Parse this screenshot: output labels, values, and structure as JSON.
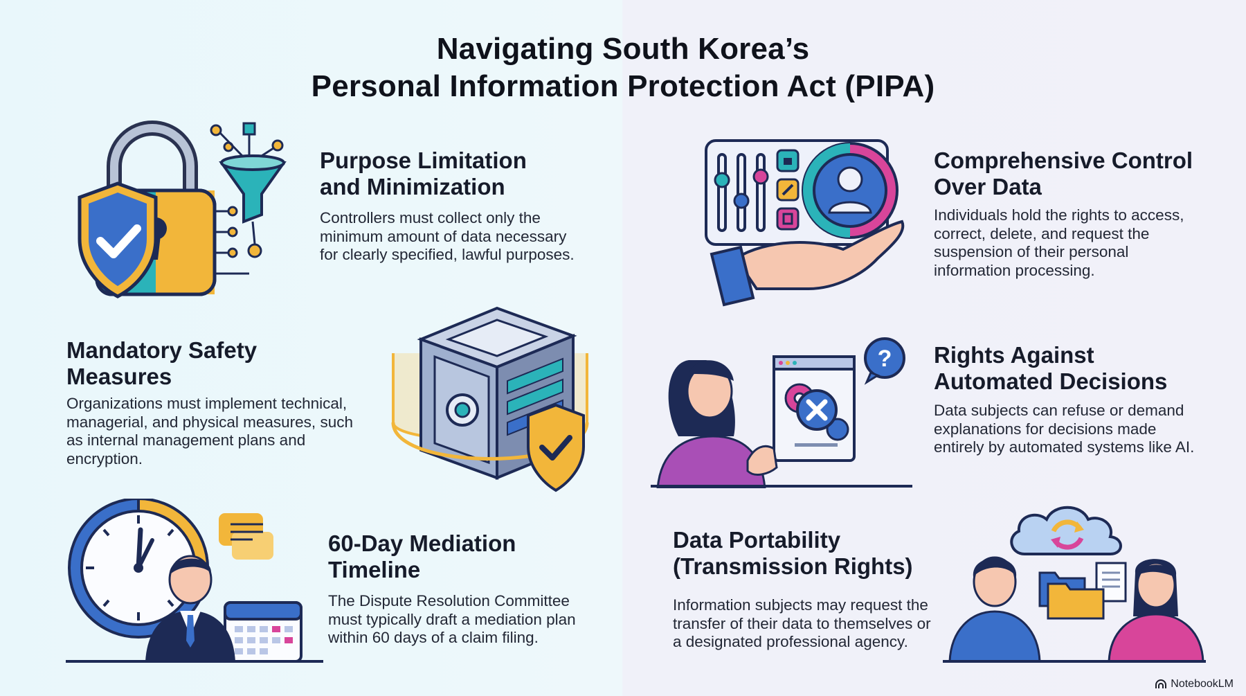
{
  "title": {
    "line1": "Navigating South Korea’s",
    "line2": "Personal Information Protection Act (PIPA)"
  },
  "sections": {
    "purpose": {
      "heading_l1": "Purpose Limitation",
      "heading_l2": "and Minimization",
      "body_l1": "Controllers must collect only the",
      "body_l2": "minimum amount of data necessary",
      "body_l3": "for clearly specified, lawful purposes."
    },
    "control": {
      "heading_l1": "Comprehensive Control",
      "heading_l2": "Over Data",
      "body_l1": "Individuals hold the rights to access,",
      "body_l2": "correct, delete, and request the",
      "body_l3": "suspension of their personal",
      "body_l4": "information processing."
    },
    "safety": {
      "heading_l1": "Mandatory Safety",
      "heading_l2": "Measures",
      "body_l1": "Organizations must implement technical,",
      "body_l2": "managerial, and physical measures, such",
      "body_l3": "as internal management plans and",
      "body_l4": "encryption."
    },
    "automated": {
      "heading_l1": "Rights Against",
      "heading_l2": "Automated Decisions",
      "body_l1": "Data subjects can refuse or demand",
      "body_l2": "explanations for decisions made",
      "body_l3": "entirely by automated systems like AI."
    },
    "mediation": {
      "heading_l1": "60-Day Mediation",
      "heading_l2": "Timeline",
      "body_l1": "The Dispute Resolution Committee",
      "body_l2": "must typically draft a mediation plan",
      "body_l3": "within 60 days of a claim filing."
    },
    "portability": {
      "heading_l1": "Data Portability",
      "heading_l2": "(Transmission Rights)",
      "body_l1": "Information subjects may request the",
      "body_l2": "transfer of their data to themselves or",
      "body_l3": "a designated professional agency."
    }
  },
  "footer": {
    "brand": "NotebookLM"
  },
  "colors": {
    "teal": "#2bb3b9",
    "yellow": "#f2b63a",
    "blue": "#3a6fc9",
    "magenta": "#d8459a",
    "navy": "#1d2a55"
  }
}
